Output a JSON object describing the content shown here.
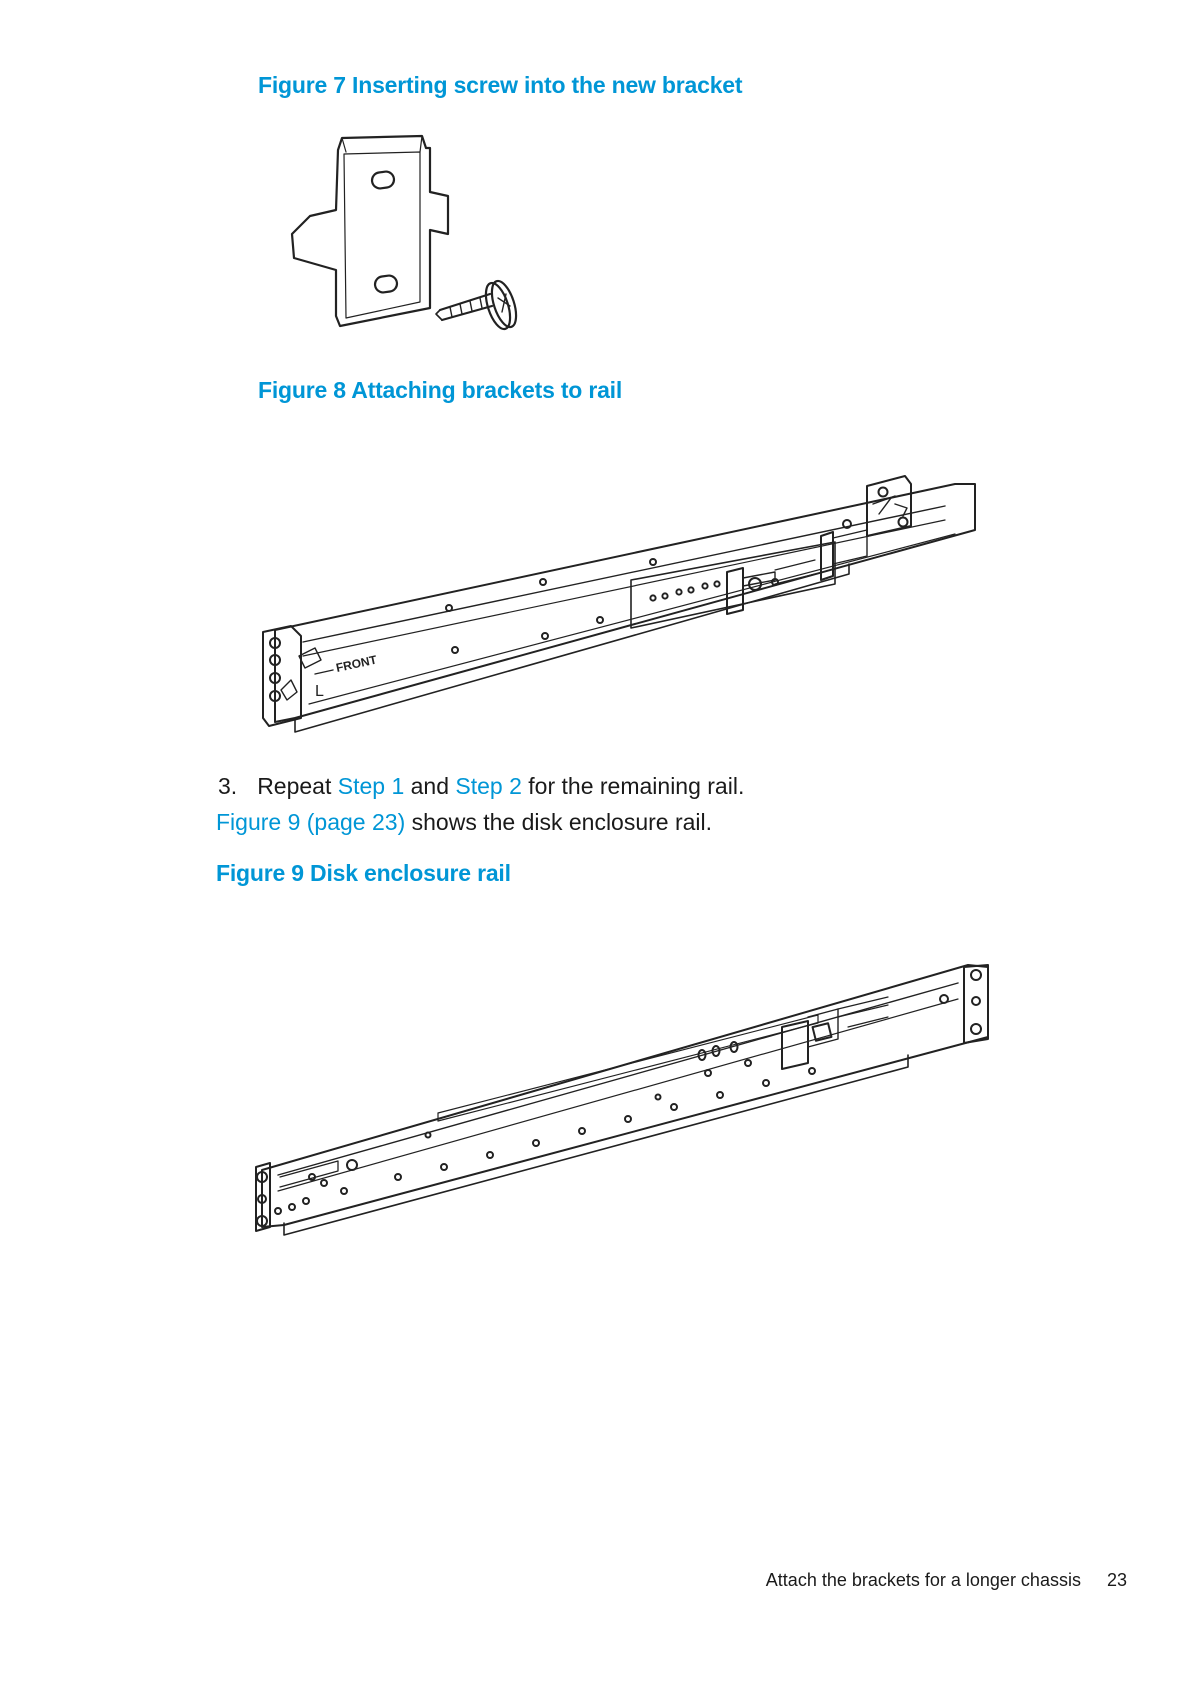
{
  "figure7": {
    "caption": "Figure 7  Inserting screw into the new bracket"
  },
  "figure8": {
    "caption": "Figure 8 Attaching brackets to rail",
    "label_front": "FRONT",
    "label_l": "L"
  },
  "step3": {
    "number": "3.",
    "prefix": "Repeat ",
    "link_step1": "Step 1",
    "middle": " and ",
    "link_step2": "Step 2",
    "suffix": " for the remaining rail."
  },
  "reference": {
    "link": "Figure 9 (page 23)",
    "suffix": " shows the disk enclosure rail."
  },
  "figure9": {
    "caption": "Figure 9 Disk enclosure rail"
  },
  "footer": {
    "title": "Attach the brackets for a longer chassis",
    "page_number": "23"
  },
  "colors": {
    "accent": "#0096d6",
    "text": "#1a1a1a"
  }
}
